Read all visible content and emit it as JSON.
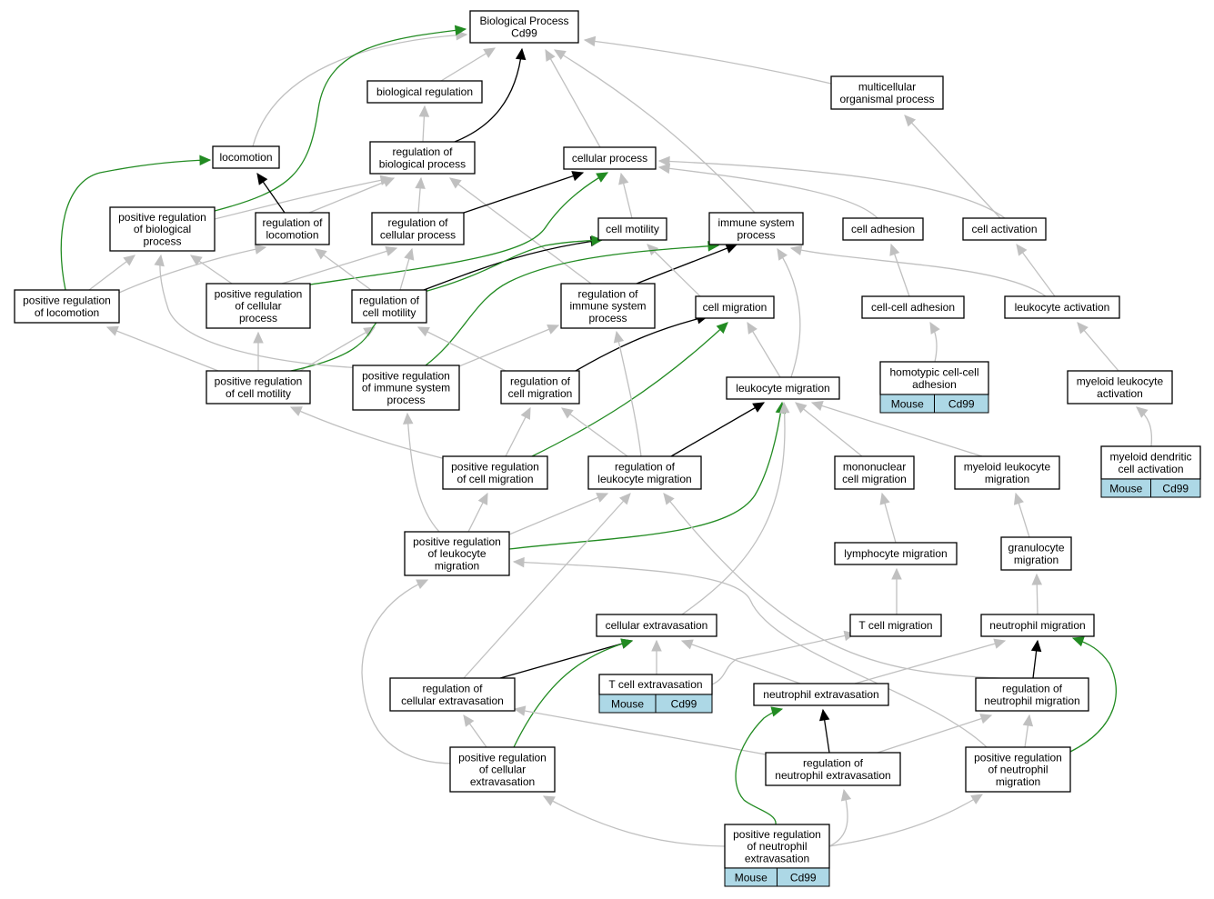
{
  "diagram": {
    "type": "go-term-graph",
    "colors": {
      "node_border": "#000000",
      "annotation_fill": "#add8e6",
      "is_a_edge": "#c0c0c0",
      "part_of_edge": "#000000",
      "positively_regulates_edge": "#228b22"
    },
    "nodes": [
      {
        "id": "bp",
        "lines": [
          "Biological Process",
          "Cd99"
        ]
      },
      {
        "id": "bioreg",
        "lines": [
          "biological regulation"
        ]
      },
      {
        "id": "multi",
        "lines": [
          "multicellular",
          "organismal process"
        ]
      },
      {
        "id": "loco",
        "lines": [
          "locomotion"
        ]
      },
      {
        "id": "regbio",
        "lines": [
          "regulation of",
          "biological process"
        ]
      },
      {
        "id": "cellproc",
        "lines": [
          "cellular process"
        ]
      },
      {
        "id": "posregbio",
        "lines": [
          "positive regulation",
          "of biological",
          "process"
        ]
      },
      {
        "id": "regloco",
        "lines": [
          "regulation of",
          "locomotion"
        ]
      },
      {
        "id": "regcell",
        "lines": [
          "regulation of",
          "cellular process"
        ]
      },
      {
        "id": "cellmot",
        "lines": [
          "cell motility"
        ]
      },
      {
        "id": "immsys",
        "lines": [
          "immune system",
          "process"
        ]
      },
      {
        "id": "celladh",
        "lines": [
          "cell adhesion"
        ]
      },
      {
        "id": "cellact",
        "lines": [
          "cell activation"
        ]
      },
      {
        "id": "posregloco",
        "lines": [
          "positive regulation",
          "of locomotion"
        ]
      },
      {
        "id": "posregcell",
        "lines": [
          "positive regulation",
          "of cellular",
          "process"
        ]
      },
      {
        "id": "regcellmot",
        "lines": [
          "regulation of",
          "cell motility"
        ]
      },
      {
        "id": "regimm",
        "lines": [
          "regulation of",
          "immune system",
          "process"
        ]
      },
      {
        "id": "cellmig",
        "lines": [
          "cell migration"
        ]
      },
      {
        "id": "ccadh",
        "lines": [
          "cell-cell adhesion"
        ]
      },
      {
        "id": "leukact",
        "lines": [
          "leukocyte activation"
        ]
      },
      {
        "id": "posregmot",
        "lines": [
          "positive regulation",
          "of cell motility"
        ]
      },
      {
        "id": "posregimm",
        "lines": [
          "positive regulation",
          "of immune system",
          "process"
        ]
      },
      {
        "id": "regcellmig",
        "lines": [
          "regulation of",
          "cell migration"
        ]
      },
      {
        "id": "leukmig",
        "lines": [
          "leukocyte migration"
        ]
      },
      {
        "id": "homo",
        "lines": [
          "homotypic cell-cell",
          "adhesion"
        ],
        "annotation": [
          "Mouse",
          "Cd99"
        ]
      },
      {
        "id": "myleukact",
        "lines": [
          "myeloid leukocyte",
          "activation"
        ]
      },
      {
        "id": "posregcellmig",
        "lines": [
          "positive regulation",
          "of cell migration"
        ]
      },
      {
        "id": "regleukmig",
        "lines": [
          "regulation of",
          "leukocyte migration"
        ]
      },
      {
        "id": "mononuc",
        "lines": [
          "mononuclear",
          "cell migration"
        ]
      },
      {
        "id": "myleukmig",
        "lines": [
          "myeloid leukocyte",
          "migration"
        ]
      },
      {
        "id": "mydend",
        "lines": [
          "myeloid dendritic",
          "cell activation"
        ],
        "annotation": [
          "Mouse",
          "Cd99"
        ]
      },
      {
        "id": "posregleukmig",
        "lines": [
          "positive regulation",
          "of leukocyte",
          "migration"
        ]
      },
      {
        "id": "lymphmig",
        "lines": [
          "lymphocyte migration"
        ]
      },
      {
        "id": "granmig",
        "lines": [
          "granulocyte",
          "migration"
        ]
      },
      {
        "id": "cellextra",
        "lines": [
          "cellular extravasation"
        ]
      },
      {
        "id": "tcellmig",
        "lines": [
          "T cell migration"
        ]
      },
      {
        "id": "neutmig",
        "lines": [
          "neutrophil migration"
        ]
      },
      {
        "id": "regcellextra",
        "lines": [
          "regulation of",
          "cellular extravasation"
        ]
      },
      {
        "id": "tcellextra",
        "lines": [
          "T cell extravasation"
        ],
        "annotation": [
          "Mouse",
          "Cd99"
        ]
      },
      {
        "id": "neutextra",
        "lines": [
          "neutrophil extravasation"
        ]
      },
      {
        "id": "regneutmig",
        "lines": [
          "regulation of",
          "neutrophil migration"
        ]
      },
      {
        "id": "posregcellextra",
        "lines": [
          "positive regulation",
          "of cellular",
          "extravasation"
        ]
      },
      {
        "id": "regneutextra",
        "lines": [
          "regulation of",
          "neutrophil extravasation"
        ]
      },
      {
        "id": "posregneutmig",
        "lines": [
          "positive regulation",
          "of neutrophil",
          "migration"
        ]
      },
      {
        "id": "posregneutextra",
        "lines": [
          "positive regulation",
          "of neutrophil",
          "extravasation"
        ],
        "annotation": [
          "Mouse",
          "Cd99"
        ]
      }
    ],
    "edges": [
      {
        "from": "loco",
        "to": "bp",
        "kind": "is_a"
      },
      {
        "from": "bioreg",
        "to": "bp",
        "kind": "is_a"
      },
      {
        "from": "regbio",
        "to": "bp",
        "kind": "part_of"
      },
      {
        "from": "cellproc",
        "to": "bp",
        "kind": "is_a"
      },
      {
        "from": "immsys",
        "to": "bp",
        "kind": "is_a"
      },
      {
        "from": "multi",
        "to": "bp",
        "kind": "is_a"
      },
      {
        "from": "posregbio",
        "to": "bp",
        "kind": "positively_regulates"
      },
      {
        "from": "regbio",
        "to": "bioreg",
        "kind": "is_a"
      },
      {
        "from": "cellmot",
        "to": "cellproc",
        "kind": "is_a"
      },
      {
        "from": "celladh",
        "to": "cellproc",
        "kind": "is_a"
      },
      {
        "from": "cellact",
        "to": "cellproc",
        "kind": "is_a"
      },
      {
        "from": "cellact",
        "to": "multi",
        "kind": "is_a"
      },
      {
        "from": "posregbio",
        "to": "regbio",
        "kind": "is_a"
      },
      {
        "from": "regloco",
        "to": "regbio",
        "kind": "is_a"
      },
      {
        "from": "regcell",
        "to": "regbio",
        "kind": "is_a"
      },
      {
        "from": "regimm",
        "to": "regbio",
        "kind": "is_a"
      },
      {
        "from": "regcell",
        "to": "cellproc",
        "kind": "part_of"
      },
      {
        "from": "posregcell",
        "to": "cellproc",
        "kind": "positively_regulates"
      },
      {
        "from": "regloco",
        "to": "loco",
        "kind": "part_of"
      },
      {
        "from": "posregloco",
        "to": "loco",
        "kind": "positively_regulates"
      },
      {
        "from": "posregloco",
        "to": "posregbio",
        "kind": "is_a"
      },
      {
        "from": "posregloco",
        "to": "regloco",
        "kind": "is_a"
      },
      {
        "from": "posregcell",
        "to": "posregbio",
        "kind": "is_a"
      },
      {
        "from": "posregcell",
        "to": "regcell",
        "kind": "is_a"
      },
      {
        "from": "regcellmot",
        "to": "regloco",
        "kind": "is_a"
      },
      {
        "from": "regcellmot",
        "to": "regcell",
        "kind": "is_a"
      },
      {
        "from": "regcellmot",
        "to": "cellmot",
        "kind": "part_of"
      },
      {
        "from": "regimm",
        "to": "immsys",
        "kind": "part_of"
      },
      {
        "from": "cellmig",
        "to": "cellmot",
        "kind": "is_a"
      },
      {
        "from": "ccadh",
        "to": "celladh",
        "kind": "is_a"
      },
      {
        "from": "leukact",
        "to": "cellact",
        "kind": "is_a"
      },
      {
        "from": "leukact",
        "to": "immsys",
        "kind": "is_a"
      },
      {
        "from": "posregmot",
        "to": "posregloco",
        "kind": "is_a"
      },
      {
        "from": "posregmot",
        "to": "posregcell",
        "kind": "is_a"
      },
      {
        "from": "posregmot",
        "to": "regcellmot",
        "kind": "is_a"
      },
      {
        "from": "posregmot",
        "to": "cellmot",
        "kind": "positively_regulates"
      },
      {
        "from": "posregimm",
        "to": "posregbio",
        "kind": "is_a"
      },
      {
        "from": "posregimm",
        "to": "regimm",
        "kind": "is_a"
      },
      {
        "from": "posregimm",
        "to": "immsys",
        "kind": "positively_regulates"
      },
      {
        "from": "regcellmig",
        "to": "regcellmot",
        "kind": "is_a"
      },
      {
        "from": "regcellmig",
        "to": "cellmig",
        "kind": "part_of"
      },
      {
        "from": "leukmig",
        "to": "cellmig",
        "kind": "is_a"
      },
      {
        "from": "leukmig",
        "to": "immsys",
        "kind": "is_a"
      },
      {
        "from": "homo",
        "to": "ccadh",
        "kind": "is_a"
      },
      {
        "from": "myleukact",
        "to": "leukact",
        "kind": "is_a"
      },
      {
        "from": "posregcellmig",
        "to": "posregmot",
        "kind": "is_a"
      },
      {
        "from": "posregcellmig",
        "to": "regcellmig",
        "kind": "is_a"
      },
      {
        "from": "posregcellmig",
        "to": "cellmig",
        "kind": "positively_regulates"
      },
      {
        "from": "regleukmig",
        "to": "regcellmig",
        "kind": "is_a"
      },
      {
        "from": "regleukmig",
        "to": "regimm",
        "kind": "is_a"
      },
      {
        "from": "regleukmig",
        "to": "leukmig",
        "kind": "part_of"
      },
      {
        "from": "mononuc",
        "to": "leukmig",
        "kind": "is_a"
      },
      {
        "from": "myleukmig",
        "to": "leukmig",
        "kind": "is_a"
      },
      {
        "from": "mydend",
        "to": "myleukact",
        "kind": "is_a"
      },
      {
        "from": "posregleukmig",
        "to": "posregimm",
        "kind": "is_a"
      },
      {
        "from": "posregleukmig",
        "to": "posregcellmig",
        "kind": "is_a"
      },
      {
        "from": "posregleukmig",
        "to": "regleukmig",
        "kind": "is_a"
      },
      {
        "from": "posregleukmig",
        "to": "leukmig",
        "kind": "positively_regulates"
      },
      {
        "from": "lymphmig",
        "to": "mononuc",
        "kind": "is_a"
      },
      {
        "from": "granmig",
        "to": "myleukmig",
        "kind": "is_a"
      },
      {
        "from": "cellextra",
        "to": "leukmig",
        "kind": "is_a"
      },
      {
        "from": "tcellmig",
        "to": "lymphmig",
        "kind": "is_a"
      },
      {
        "from": "neutmig",
        "to": "granmig",
        "kind": "is_a"
      },
      {
        "from": "regcellextra",
        "to": "regleukmig",
        "kind": "is_a"
      },
      {
        "from": "regcellextra",
        "to": "cellextra",
        "kind": "part_of"
      },
      {
        "from": "tcellextra",
        "to": "cellextra",
        "kind": "is_a"
      },
      {
        "from": "tcellextra",
        "to": "tcellmig",
        "kind": "is_a"
      },
      {
        "from": "neutextra",
        "to": "cellextra",
        "kind": "is_a"
      },
      {
        "from": "neutextra",
        "to": "neutmig",
        "kind": "is_a"
      },
      {
        "from": "regneutmig",
        "to": "regleukmig",
        "kind": "is_a"
      },
      {
        "from": "regneutmig",
        "to": "neutmig",
        "kind": "part_of"
      },
      {
        "from": "posregcellextra",
        "to": "posregleukmig",
        "kind": "is_a"
      },
      {
        "from": "posregcellextra",
        "to": "regcellextra",
        "kind": "is_a"
      },
      {
        "from": "posregcellextra",
        "to": "cellextra",
        "kind": "positively_regulates"
      },
      {
        "from": "regneutextra",
        "to": "regcellextra",
        "kind": "is_a"
      },
      {
        "from": "regneutextra",
        "to": "regneutmig",
        "kind": "is_a"
      },
      {
        "from": "regneutextra",
        "to": "neutextra",
        "kind": "part_of"
      },
      {
        "from": "posregneutmig",
        "to": "posregleukmig",
        "kind": "is_a"
      },
      {
        "from": "posregneutmig",
        "to": "regneutmig",
        "kind": "is_a"
      },
      {
        "from": "posregneutmig",
        "to": "neutmig",
        "kind": "positively_regulates"
      },
      {
        "from": "posregneutextra",
        "to": "posregcellextra",
        "kind": "is_a"
      },
      {
        "from": "posregneutextra",
        "to": "regneutextra",
        "kind": "is_a"
      },
      {
        "from": "posregneutextra",
        "to": "posregneutmig",
        "kind": "is_a"
      },
      {
        "from": "posregneutextra",
        "to": "neutextra",
        "kind": "positively_regulates"
      }
    ]
  }
}
